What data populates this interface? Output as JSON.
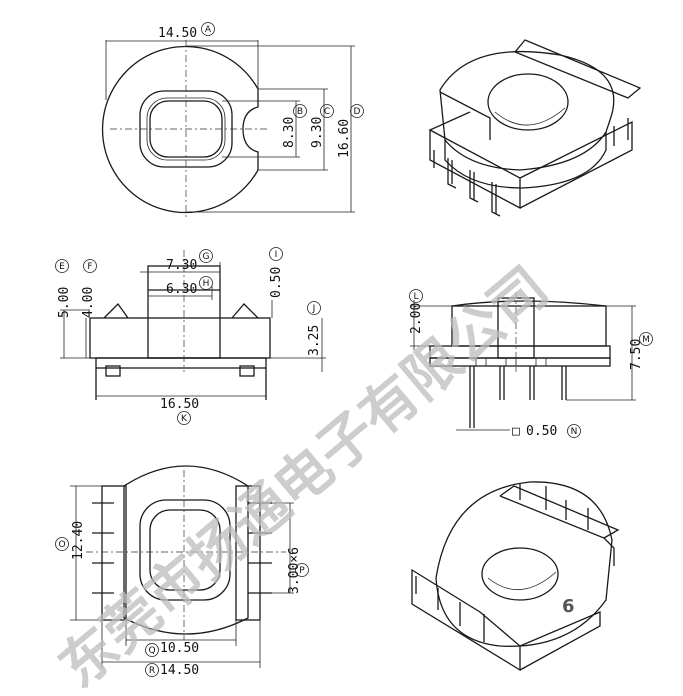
{
  "top_view": {
    "width_label": "14.50",
    "width_ref": "A",
    "inner_h_label": "8.30",
    "inner_h_ref": "B",
    "slot_h_label": "9.30",
    "slot_h_ref": "C",
    "outer_h_label": "16.60",
    "outer_h_ref": "D"
  },
  "front_view": {
    "e_label": "5.00",
    "e_ref": "E",
    "f_label": "4.00",
    "f_ref": "F",
    "g_label": "7.30",
    "g_ref": "G",
    "h_label": "6.30",
    "h_ref": "H",
    "i_label": "0.50",
    "i_ref": "I",
    "j_label": "3.25",
    "j_ref": "J",
    "k_label": "16.50",
    "k_ref": "K"
  },
  "side_view": {
    "l_label": "2.00",
    "l_ref": "L",
    "m_label": "7.50",
    "m_ref": "M",
    "n_label": "0.50",
    "n_ref": "N",
    "n_symbol": "□"
  },
  "bottom_view": {
    "o_label": "12.40",
    "o_ref": "O",
    "p_label": "3.00×6",
    "p_ref": "P",
    "q_label": "10.50",
    "q_ref": "Q",
    "r_label": "14.50",
    "r_ref": "R"
  },
  "watermark": "东莞市扬通电子有限公司",
  "page_number": "6"
}
